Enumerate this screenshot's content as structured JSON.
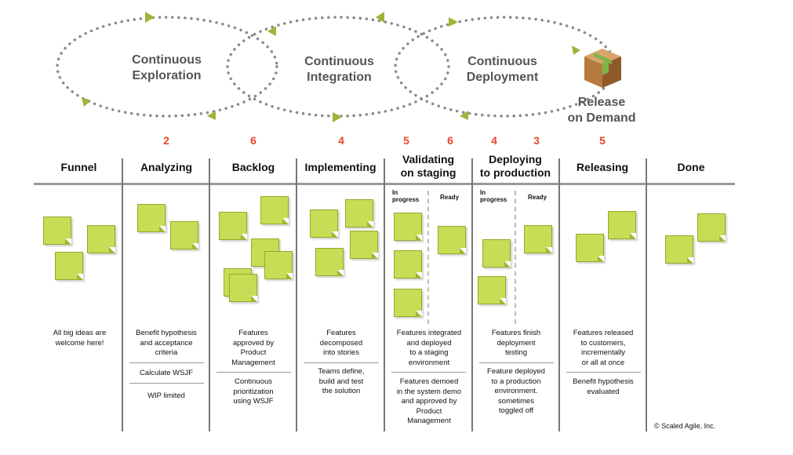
{
  "loops": [
    {
      "line1": "Continuous",
      "line2": "Exploration"
    },
    {
      "line1": "Continuous",
      "line2": "Integration"
    },
    {
      "line1": "Continuous",
      "line2": "Deployment"
    }
  ],
  "release": {
    "line1": "Release",
    "line2": "on Demand",
    "icon": "package-box-icon"
  },
  "wip": {
    "analyzing": "2",
    "backlog": "6",
    "implementing": "4",
    "validating_in_progress": "5",
    "validating_ready": "6",
    "deploying_in_progress": "4",
    "deploying_ready": "3",
    "releasing": "5"
  },
  "columns": {
    "funnel": {
      "title": "Funnel",
      "desc": [
        "All big ideas are",
        "welcome here!"
      ]
    },
    "analyzing": {
      "title": "Analyzing",
      "desc": [
        "Benefit hypothesis",
        "and acceptance",
        "criteria"
      ],
      "item2": "Calculate WSJF",
      "item3": "WIP limited"
    },
    "backlog": {
      "title": "Backlog",
      "desc": [
        "Features",
        "approved by",
        "Product",
        "Management"
      ],
      "item2": [
        "Continuous",
        "prioritization",
        "using WSJF"
      ]
    },
    "implementing": {
      "title": "Implementing",
      "desc": [
        "Features",
        "decomposed",
        "into stories"
      ],
      "item2": [
        "Teams define,",
        "build and test",
        "the solution"
      ]
    },
    "validating": {
      "title1": "Validating",
      "title2": "on staging",
      "sub_in1": "In",
      "sub_in2": "progress",
      "sub_ready": "Ready",
      "desc": [
        "Features integrated",
        "and deployed",
        "to a staging",
        "environment"
      ],
      "item2": [
        "Features demoed",
        "in the system demo",
        "and approved by",
        "Product",
        "Management"
      ]
    },
    "deploying": {
      "title1": "Deploying",
      "title2": "to production",
      "sub_in1": "In",
      "sub_in2": "progress",
      "sub_ready": "Ready",
      "desc": [
        "Features finish",
        "deployment",
        "testing"
      ],
      "item2": [
        "Feature deployed",
        "to a production",
        "environment.",
        "sometimes",
        "toggled off"
      ]
    },
    "releasing": {
      "title": "Releasing",
      "desc": [
        "Features released",
        "to customers,",
        "incrementally",
        "or all at once"
      ],
      "item2": [
        "Benefit hypothesis",
        "evaluated"
      ]
    },
    "done": {
      "title": "Done"
    }
  },
  "copyright": "© Scaled Agile, Inc.",
  "colors": {
    "wip": "#e8452c",
    "note_fill": "#c6dd55",
    "note_border": "#8fac2a",
    "arrow": "#9ab63a",
    "dots": "#8a8a8a"
  }
}
